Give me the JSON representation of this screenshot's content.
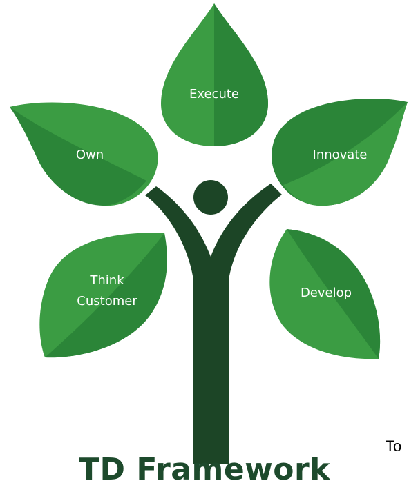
{
  "leaves": {
    "execute": "Execute",
    "own": "Own",
    "innovate": "Innovate",
    "think": "Think",
    "customer": "Customer",
    "develop": "Develop"
  },
  "title": "TD Framework",
  "side_text": "To",
  "colors": {
    "leaf_light": "#3b9c43",
    "leaf_dark": "#2b8538",
    "trunk": "#1c4526",
    "title": "#1d4a2c"
  }
}
